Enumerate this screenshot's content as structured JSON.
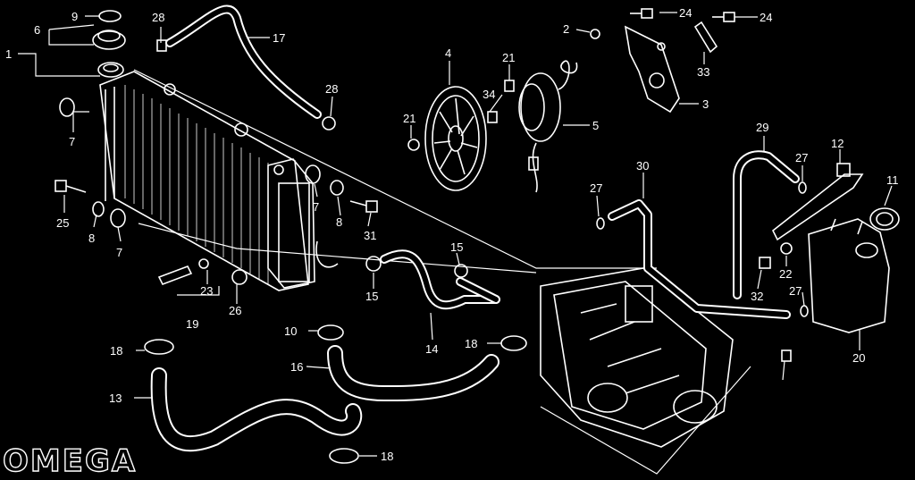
{
  "logo_text": "OMEGA",
  "callouts": [
    "9",
    "6",
    "1",
    "28",
    "17",
    "2",
    "24",
    "24",
    "4",
    "21",
    "34",
    "33",
    "3",
    "5",
    "21",
    "28",
    "7",
    "25",
    "8",
    "7",
    "7",
    "8",
    "31",
    "29",
    "27",
    "12",
    "30",
    "27",
    "11",
    "15",
    "23",
    "19",
    "26",
    "15",
    "22",
    "32",
    "27",
    "18",
    "16",
    "14",
    "18",
    "13",
    "18",
    "10",
    "20"
  ]
}
